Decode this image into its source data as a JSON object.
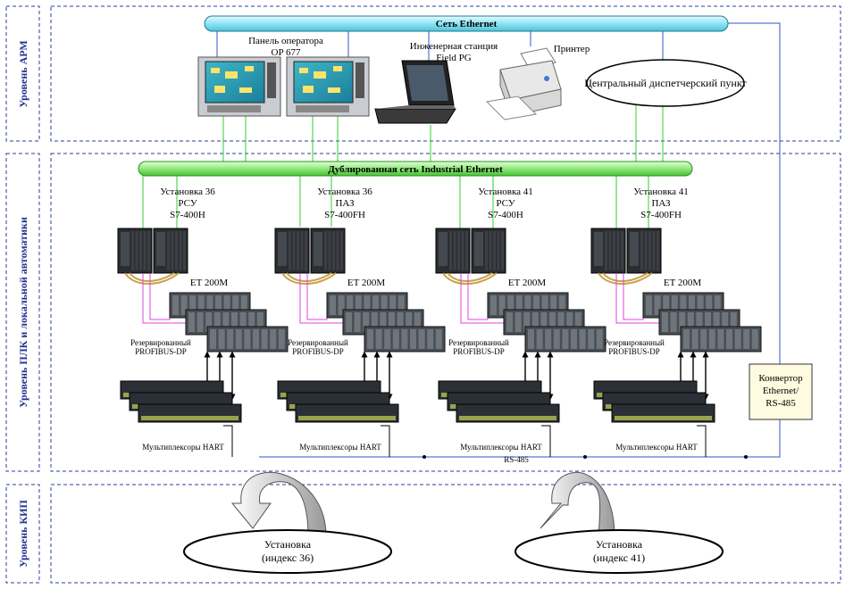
{
  "levels": {
    "arm": "Уровень АРМ",
    "plc": "Уровень ПЛК и локальной автоматики",
    "kip": "Уровень КИП"
  },
  "ethernet_bus": "Сеть Ethernet",
  "industrial_bus": "Дублированная сеть Industrial Ethernet",
  "arm": {
    "panel_label": [
      "Панель оператора",
      "OP 677"
    ],
    "engineer_label": [
      "Инженерная станция",
      "Field PG"
    ],
    "printer_label": "Принтер",
    "dispatch_label": "Центральный диспетчерский пункт"
  },
  "units": [
    {
      "lines": [
        "Установка 36",
        "РСУ",
        "S7-400H"
      ]
    },
    {
      "lines": [
        "Установка 36",
        "ПАЗ",
        "S7-400FH"
      ]
    },
    {
      "lines": [
        "Установка 41",
        "РСУ",
        "S7-400H"
      ]
    },
    {
      "lines": [
        "Установка 41",
        "ПАЗ",
        "S7-400FH"
      ]
    }
  ],
  "et_label": "ET 200M",
  "profibus_label": [
    "Резервированный",
    "PROFIBUS-DP"
  ],
  "hart_label": "Мультиплексоры HART",
  "converter_label": [
    "Конвертор",
    "Ethernet/",
    "RS-485"
  ],
  "rs485_label": "RS-485",
  "kip_units": [
    {
      "lines": [
        "Установка",
        "(индекс 36)"
      ]
    },
    {
      "lines": [
        "Установка",
        "(индекс 41)"
      ]
    }
  ],
  "colors": {
    "frame": "#2a3fa0",
    "ethernet_fill": "#a8ecf8",
    "industrial_fill": "#9df08c",
    "green_link": "#33cc33",
    "blue_link": "#3355cc",
    "magenta_link": "#dd44dd"
  }
}
